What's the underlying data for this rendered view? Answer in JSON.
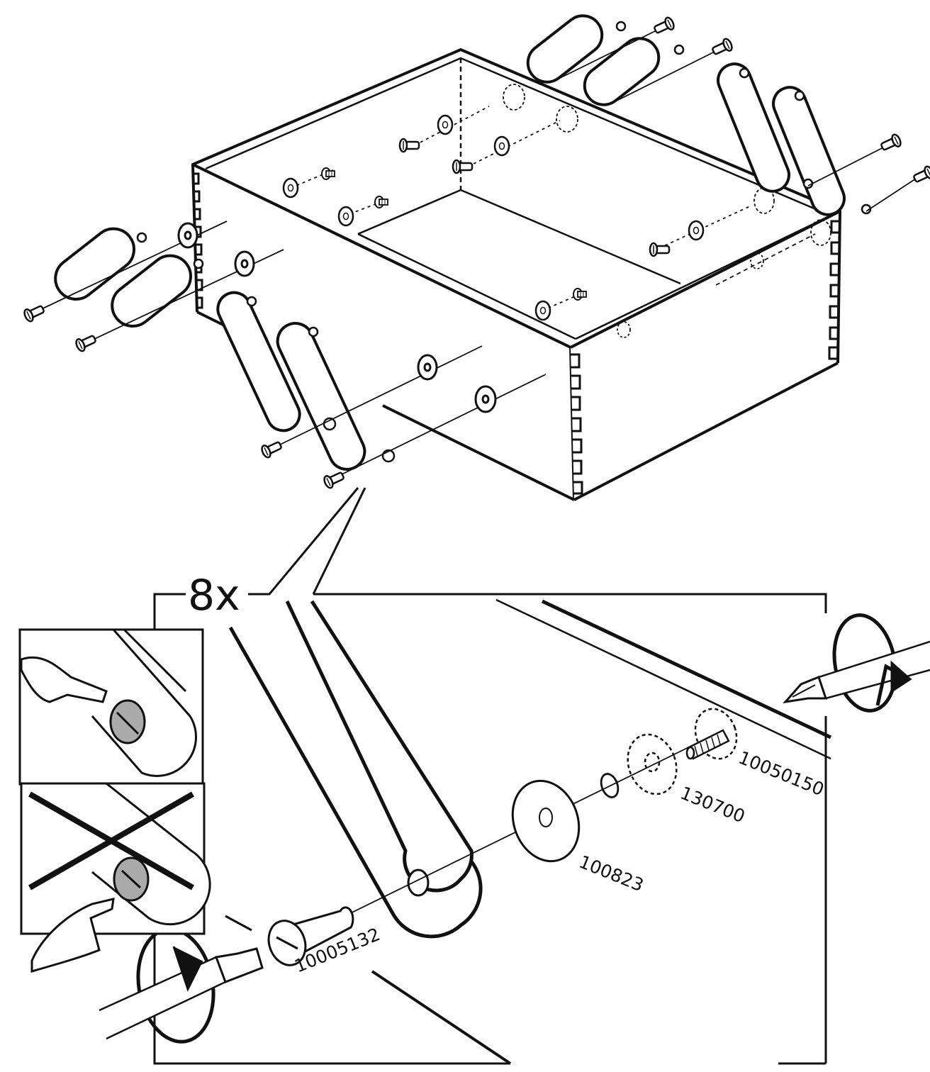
{
  "quantity_label": "8x",
  "parts": {
    "screw": "10005132",
    "washer": "100823",
    "spring_washer": "130700",
    "barrel_nut": "10050150"
  },
  "icons": {
    "correct": "check-pointing-hand-icon",
    "incorrect": "crossed-out-pointing-hand-icon",
    "flat_screwdriver": "flat-screwdriver-icon",
    "phillips_screwdriver": "phillips-screwdriver-icon"
  },
  "colors": {
    "line": "#111111",
    "fill": "#ffffff",
    "screw_head": "#a8a8a8"
  }
}
